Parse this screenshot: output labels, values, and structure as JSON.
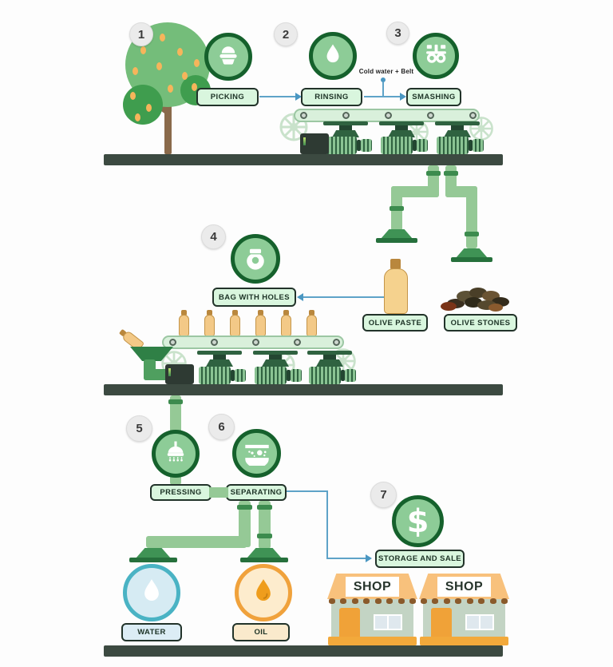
{
  "steps": [
    {
      "number": "1",
      "label": "PICKING",
      "icon": "basket"
    },
    {
      "number": "2",
      "label": "RINSING",
      "icon": "water-drop"
    },
    {
      "number": "3",
      "label": "SMASHING",
      "icon": "mill-rollers"
    },
    {
      "number": "4",
      "label": "BAG WITH HOLES",
      "icon": "bag"
    },
    {
      "number": "5",
      "label": "PRESSING",
      "icon": "press"
    },
    {
      "number": "6",
      "label": "SEPARATING",
      "icon": "liquid-layers"
    },
    {
      "number": "7",
      "label": "STORAGE AND SALE",
      "icon": "dollar"
    }
  ],
  "annotations": {
    "belt_note": "Cold water + Belt"
  },
  "outputs": {
    "olive_paste": "OLIVE PASTE",
    "olive_stones": "OLIVE STONES",
    "water": "WATER",
    "oil": "OIL"
  },
  "shop": {
    "sign": "SHOP"
  },
  "glyphs": {
    "dollar": "$"
  },
  "colors": {
    "accent_green_dark": "#15612c",
    "circle_fill": "#8dcc97",
    "label_bg": "#d9f6de",
    "arrow_blue": "#5ea3c8",
    "pipe_green": "#95c996",
    "platform": "#3c4a41",
    "water_accent": "#4ab3c4",
    "oil_accent": "#f0a23c",
    "olive_orange": "#f6b55b",
    "shop_awning": "#f8c17c"
  }
}
